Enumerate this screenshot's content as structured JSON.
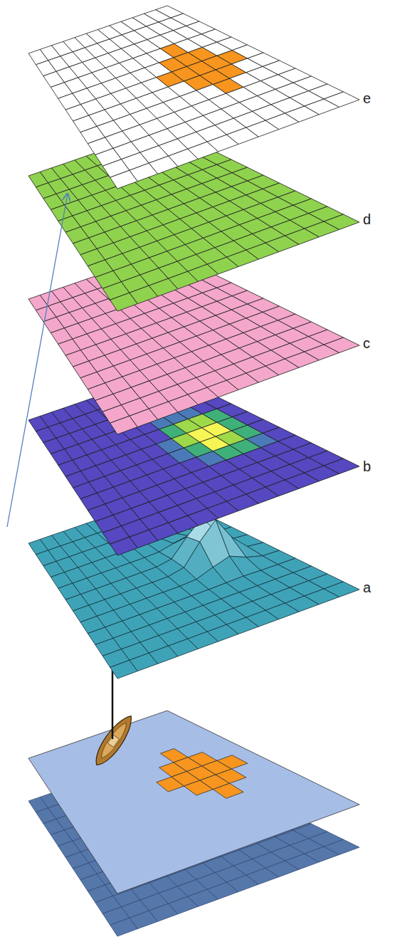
{
  "diagram": {
    "labels": [
      "e",
      "d",
      "c",
      "b",
      "a"
    ]
  }
}
